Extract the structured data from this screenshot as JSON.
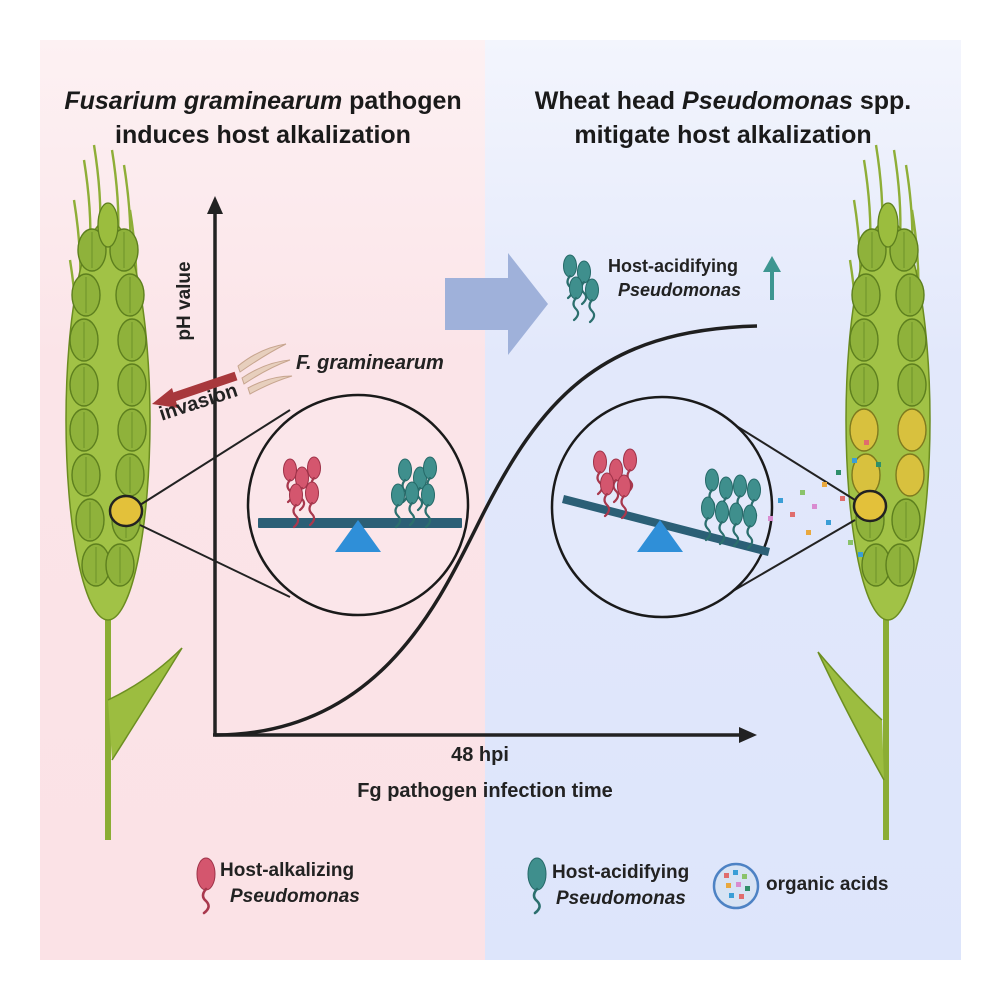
{
  "titles": {
    "left": {
      "line1_italic": "Fusarium graminearum",
      "line1_rest": " pathogen",
      "line2": "induces host alkalization"
    },
    "right": {
      "line1_prefix": "Wheat head ",
      "line1_italic": "Pseudomonas",
      "line1_suffix": " spp.",
      "line2": "mitigate host alkalization"
    }
  },
  "axes": {
    "y_label": "pH value",
    "x_tick": "48 hpi",
    "x_label": "Fg pathogen infection time"
  },
  "pathogen": {
    "label": "F. graminearum",
    "arrow_label": "invasion"
  },
  "right_annotation": {
    "line1": "Host-acidifying",
    "line2": "Pseudomonas"
  },
  "legend": {
    "alkalizing": {
      "line1": "Host-alkalizing",
      "line2": "Pseudomonas"
    },
    "acidifying": {
      "line1": "Host-acidifying",
      "line2": "Pseudomonas"
    },
    "acids": "organic acids"
  },
  "colors": {
    "left_bg": "#fbe3e7",
    "right_bg": "#dfe6fb",
    "alkalizing_bacteria": "#d4566e",
    "acidifying_bacteria": "#3f8f8d",
    "seesaw_beam": "#2b5f76",
    "seesaw_pivot": "#2f8fd8",
    "big_arrow": "#9fb1da",
    "invasion_arrow": "#a8383c",
    "wheat_green": "#93b53a",
    "infected_yellow": "#e3c13a"
  }
}
